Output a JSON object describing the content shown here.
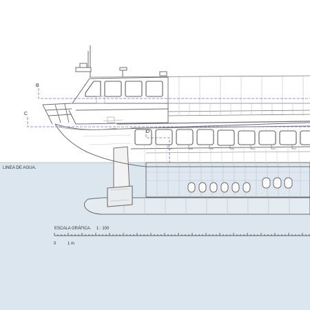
{
  "drawing": {
    "section_labels": [
      "B",
      "C",
      "D"
    ],
    "waterline_label": "LINEA DE AGUA.",
    "scale": {
      "title": "ESCALA GRÁFICA.",
      "ratio": "1 : 100",
      "tick_start": "0",
      "tick_unit": "1 m"
    }
  },
  "colors": {
    "background": "#ffffff",
    "water": "#dbe6ef",
    "line": "#6d6d6d",
    "light_line": "#b6b6b6",
    "section_line": "#6f72c4",
    "text": "#333333"
  }
}
